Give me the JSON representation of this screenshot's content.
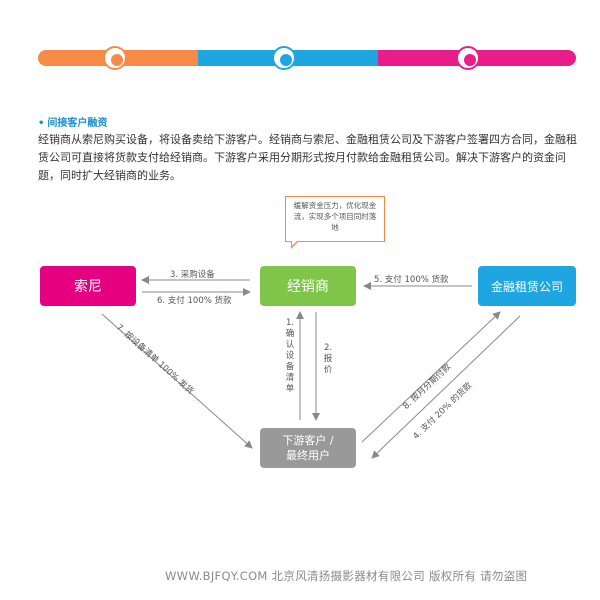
{
  "section_title": "间接客户融资",
  "paragraph": "经销商从索尼购买设备，将设备卖给下游客户。经销商与索尼、金融租赁公司及下游客户签署四方合同，金融租赁公司可直接将货款支付给经销商。下游客户采用分期形式按月付款给金融租赁公司。解决下游客户的资金问题，同时扩大经销商的业务。",
  "callout": "缓解资金压力，优化现金流，实现多个项目同时落地",
  "nodes": {
    "sony": "索尼",
    "dealer": "经销商",
    "leasing": "金融租赁公司",
    "customer_line1": "下游客户 /",
    "customer_line2": "最终用户"
  },
  "edges": {
    "e3": "3. 采购设备",
    "e6": "6. 支付 100% 货款",
    "e5": "5. 支付 100% 货款",
    "e1": "1.确认设备清单",
    "e2": "2.报价",
    "e7": "7. 按设备清单 100% 发货",
    "e8": "8. 按月分期付款",
    "e4": "4. 支付 20% 的货款"
  },
  "colors": {
    "orange": "#f68b48",
    "blue": "#1fa5e0",
    "magenta": "#e5007f",
    "green": "#7fc54a",
    "gray": "#999999"
  },
  "watermark": "WWW.BJFQY.COM 北京风清扬摄影器材有限公司 版权所有 请勿盗图"
}
